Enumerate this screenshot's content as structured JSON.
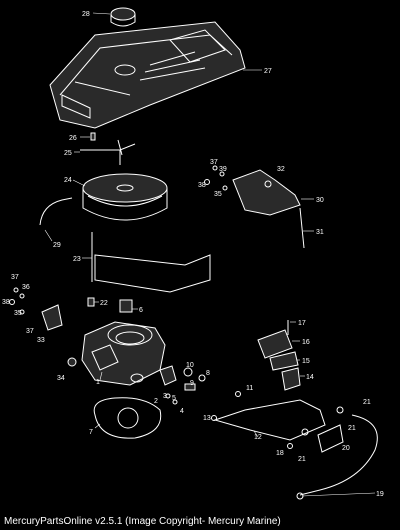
{
  "caption": "MercuryPartsOnline v2.5.1 (Image Copyright- Mercury Marine)",
  "colors": {
    "background": "#000000",
    "lines": "#ffffff"
  },
  "callouts": [
    "28",
    "27",
    "26",
    "25",
    "37",
    "39",
    "32",
    "38",
    "35",
    "24",
    "30",
    "29",
    "31",
    "23",
    "6",
    "37",
    "36",
    "38",
    "22",
    "35",
    "17",
    "37",
    "33",
    "16",
    "10",
    "15",
    "34",
    "1",
    "9",
    "8",
    "11",
    "14",
    "3",
    "2",
    "5",
    "4",
    "21",
    "13",
    "7",
    "12",
    "21",
    "18",
    "21",
    "20",
    "19"
  ]
}
